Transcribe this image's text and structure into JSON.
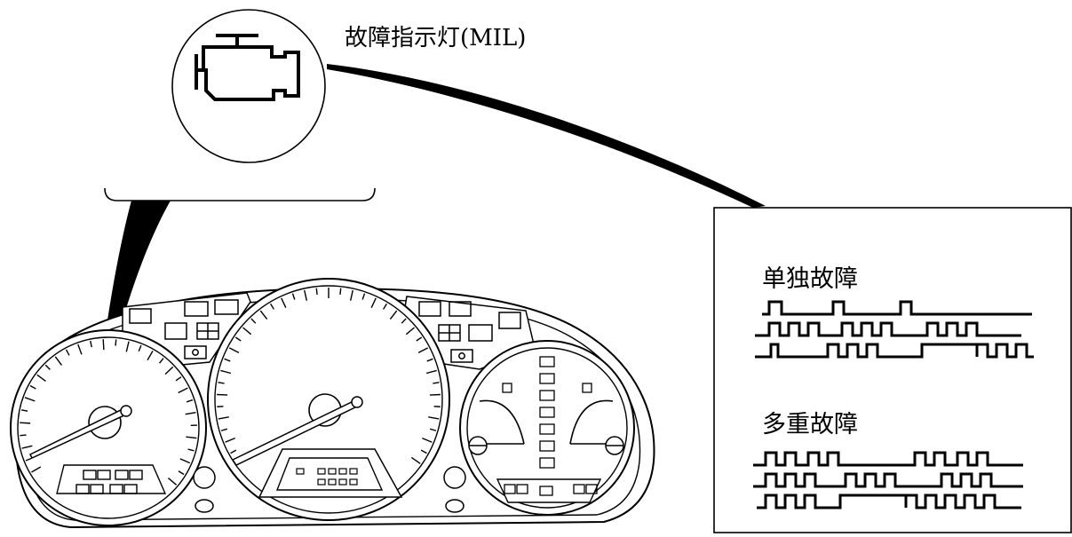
{
  "labels": {
    "mil": "故障指示灯(MIL)",
    "single_fault": "单独故障",
    "multiple_faults": "多重故障"
  },
  "icons": {
    "mil": "engine-icon"
  },
  "colors": {
    "line": "#000000",
    "background": "#ffffff"
  }
}
